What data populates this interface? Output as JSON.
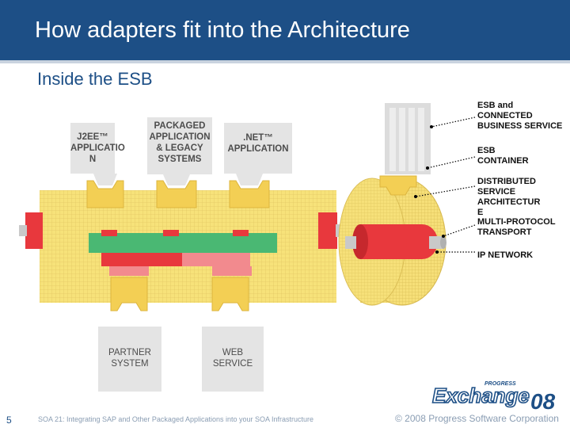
{
  "slide": {
    "title": "How adapters fit into the Architecture",
    "subtitle": "Inside the ESB",
    "page_number": "5",
    "footer_text": "SOA 21: Integrating SAP and Other Packaged Applications into your SOA Infrastructure",
    "copyright": "© 2008 Progress Software Corporation"
  },
  "boxes": {
    "j2ee": "J2EE™\nAPPLICATIO\nN",
    "packaged": "PACKAGED\nAPPLICATION\n& LEGACY\nSYSTEMS",
    "dotnet": ".NET™\nAPPLICATION",
    "partner": "PARTNER\nSYSTEM",
    "web": "WEB\nSERVICE"
  },
  "callouts": {
    "esb_connected": "ESB  and\nCONNECTED\nBUSINESS SERVICE",
    "esb_container": "ESB\nCONTAINER",
    "distributed": "DISTRIBUTED\nSERVICE\nARCHITECTUR\nE",
    "multi_protocol": "MULTI-PROTOCOL\nTRANSPORT",
    "ip_network": "IP NETWORK"
  },
  "logo": {
    "brand_small": "PROGRESS",
    "brand_main": "Exchange",
    "brand_year": "08"
  },
  "colors": {
    "header": "#1d4f86",
    "yellow": "#f7e27a",
    "yellow_dark": "#e9c84a",
    "green": "#4ab873",
    "red": "#e8383d",
    "pink": "#f28a8e",
    "gray_box": "#e4e4e4"
  }
}
